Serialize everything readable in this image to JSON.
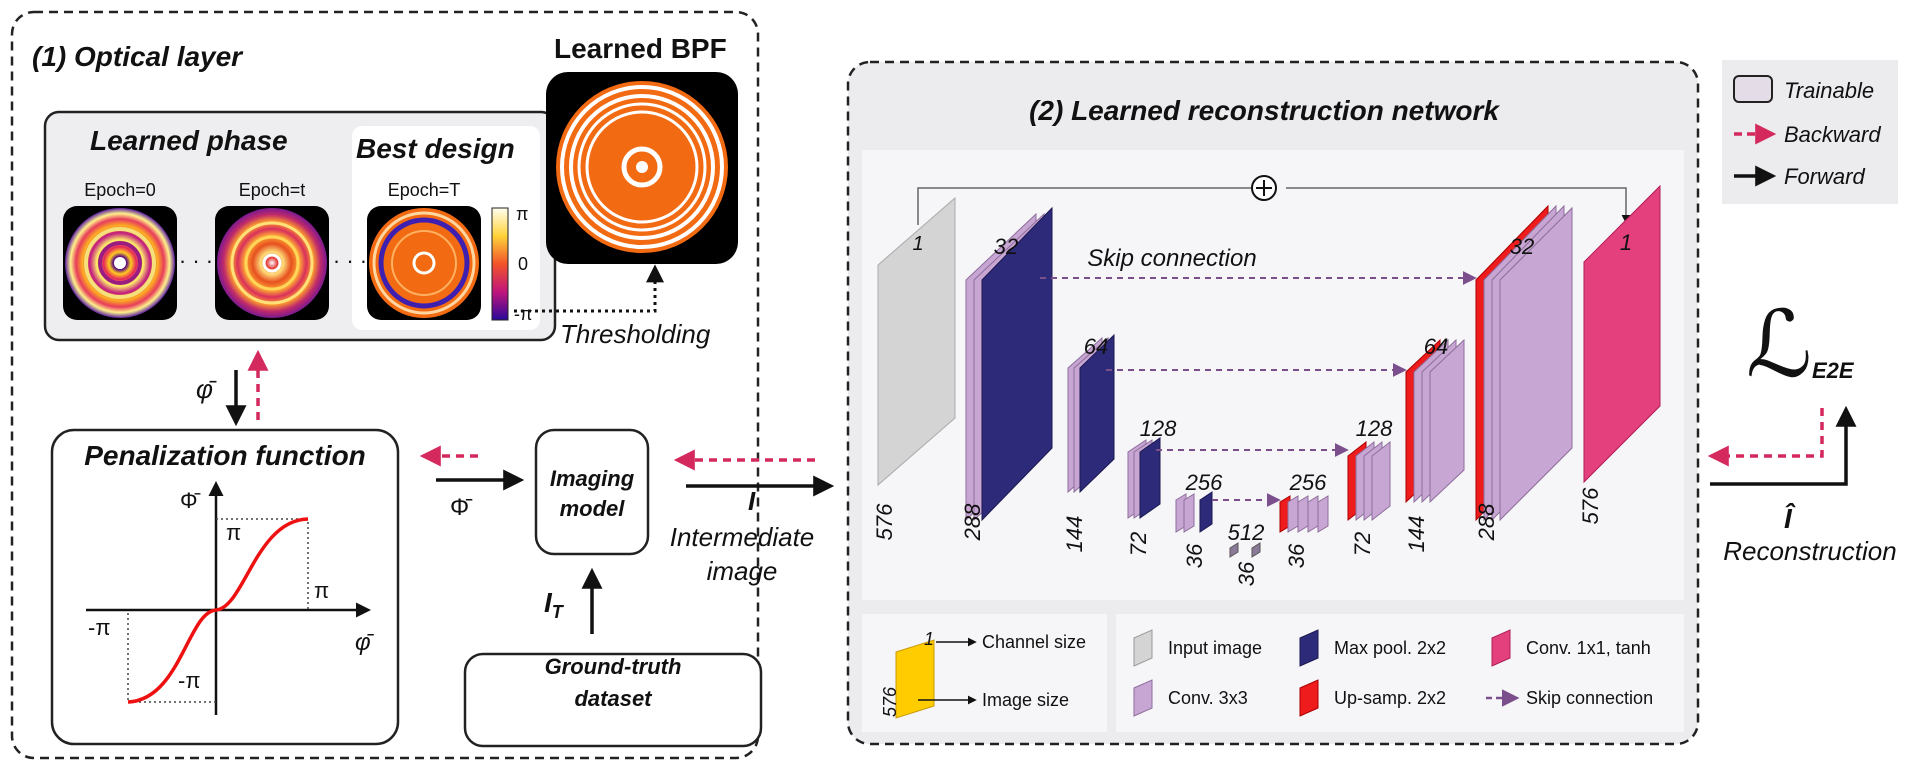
{
  "optical": {
    "title": "(1) Optical layer",
    "learned_phase": "Learned phase",
    "best_design": "Best design",
    "learned_bpf": "Learned BPF",
    "epochs": [
      "Epoch=0",
      "Epoch=t",
      "Epoch=T"
    ],
    "ellipsis": "· · ·",
    "colorbar_ticks": [
      "π",
      "0",
      "-π"
    ],
    "thresholding": "Thresholding",
    "phi_bar": "φ̄",
    "Phi_bar": "Φ̄"
  },
  "penalization": {
    "title": "Penalization function",
    "y_axis": "Φ̄",
    "x_axis": "φ̄",
    "tick_pi_y": "π",
    "tick_pi_x": "π",
    "tick_neg_pi_x": "-π",
    "tick_neg_pi_y": "-π"
  },
  "imaging": {
    "title_line1": "Imaging",
    "title_line2": "model",
    "input_label": "I",
    "input_subscript": "T",
    "output_label": "I",
    "output_caption_1": "Intermediate",
    "output_caption_2": "image",
    "dataset_line1": "Ground-truth",
    "dataset_line2": "dataset"
  },
  "network": {
    "title": "(2) Learned reconstruction network",
    "skip_label": "Skip connection",
    "plus": "+",
    "channels": [
      "1",
      "32",
      "64",
      "128",
      "256",
      "512",
      "256",
      "128",
      "64",
      "32",
      "1"
    ],
    "sizes": [
      "576",
      "288",
      "144",
      "72",
      "36",
      "36",
      "36",
      "72",
      "144",
      "288",
      "576"
    ]
  },
  "legend_top": {
    "trainable": "Trainable",
    "backward": "Backward",
    "forward": "Forward"
  },
  "legend_bottom": {
    "channel_size": "Channel size",
    "image_size": "Image size",
    "demo_channel": "1",
    "demo_size": "576",
    "items": [
      "Input image",
      "Max pool. 2x2",
      "Conv. 1x1, tanh",
      "Conv. 3x3",
      "Up-samp. 2x2",
      "Skip connection"
    ]
  },
  "loss": {
    "symbol": "ℒ",
    "subscript": "E2E",
    "output_label": "Î",
    "output_caption": "Reconstruction"
  },
  "colors": {
    "input": "#d4d4d4",
    "conv": "#c7a6d3",
    "maxpool": "#2e2a7a",
    "upsamp": "#ee1c1c",
    "final": "#e5407e",
    "backward": "#d4295d",
    "skip": "#7a4f8c",
    "legend_yellow": "#ffcc00"
  }
}
